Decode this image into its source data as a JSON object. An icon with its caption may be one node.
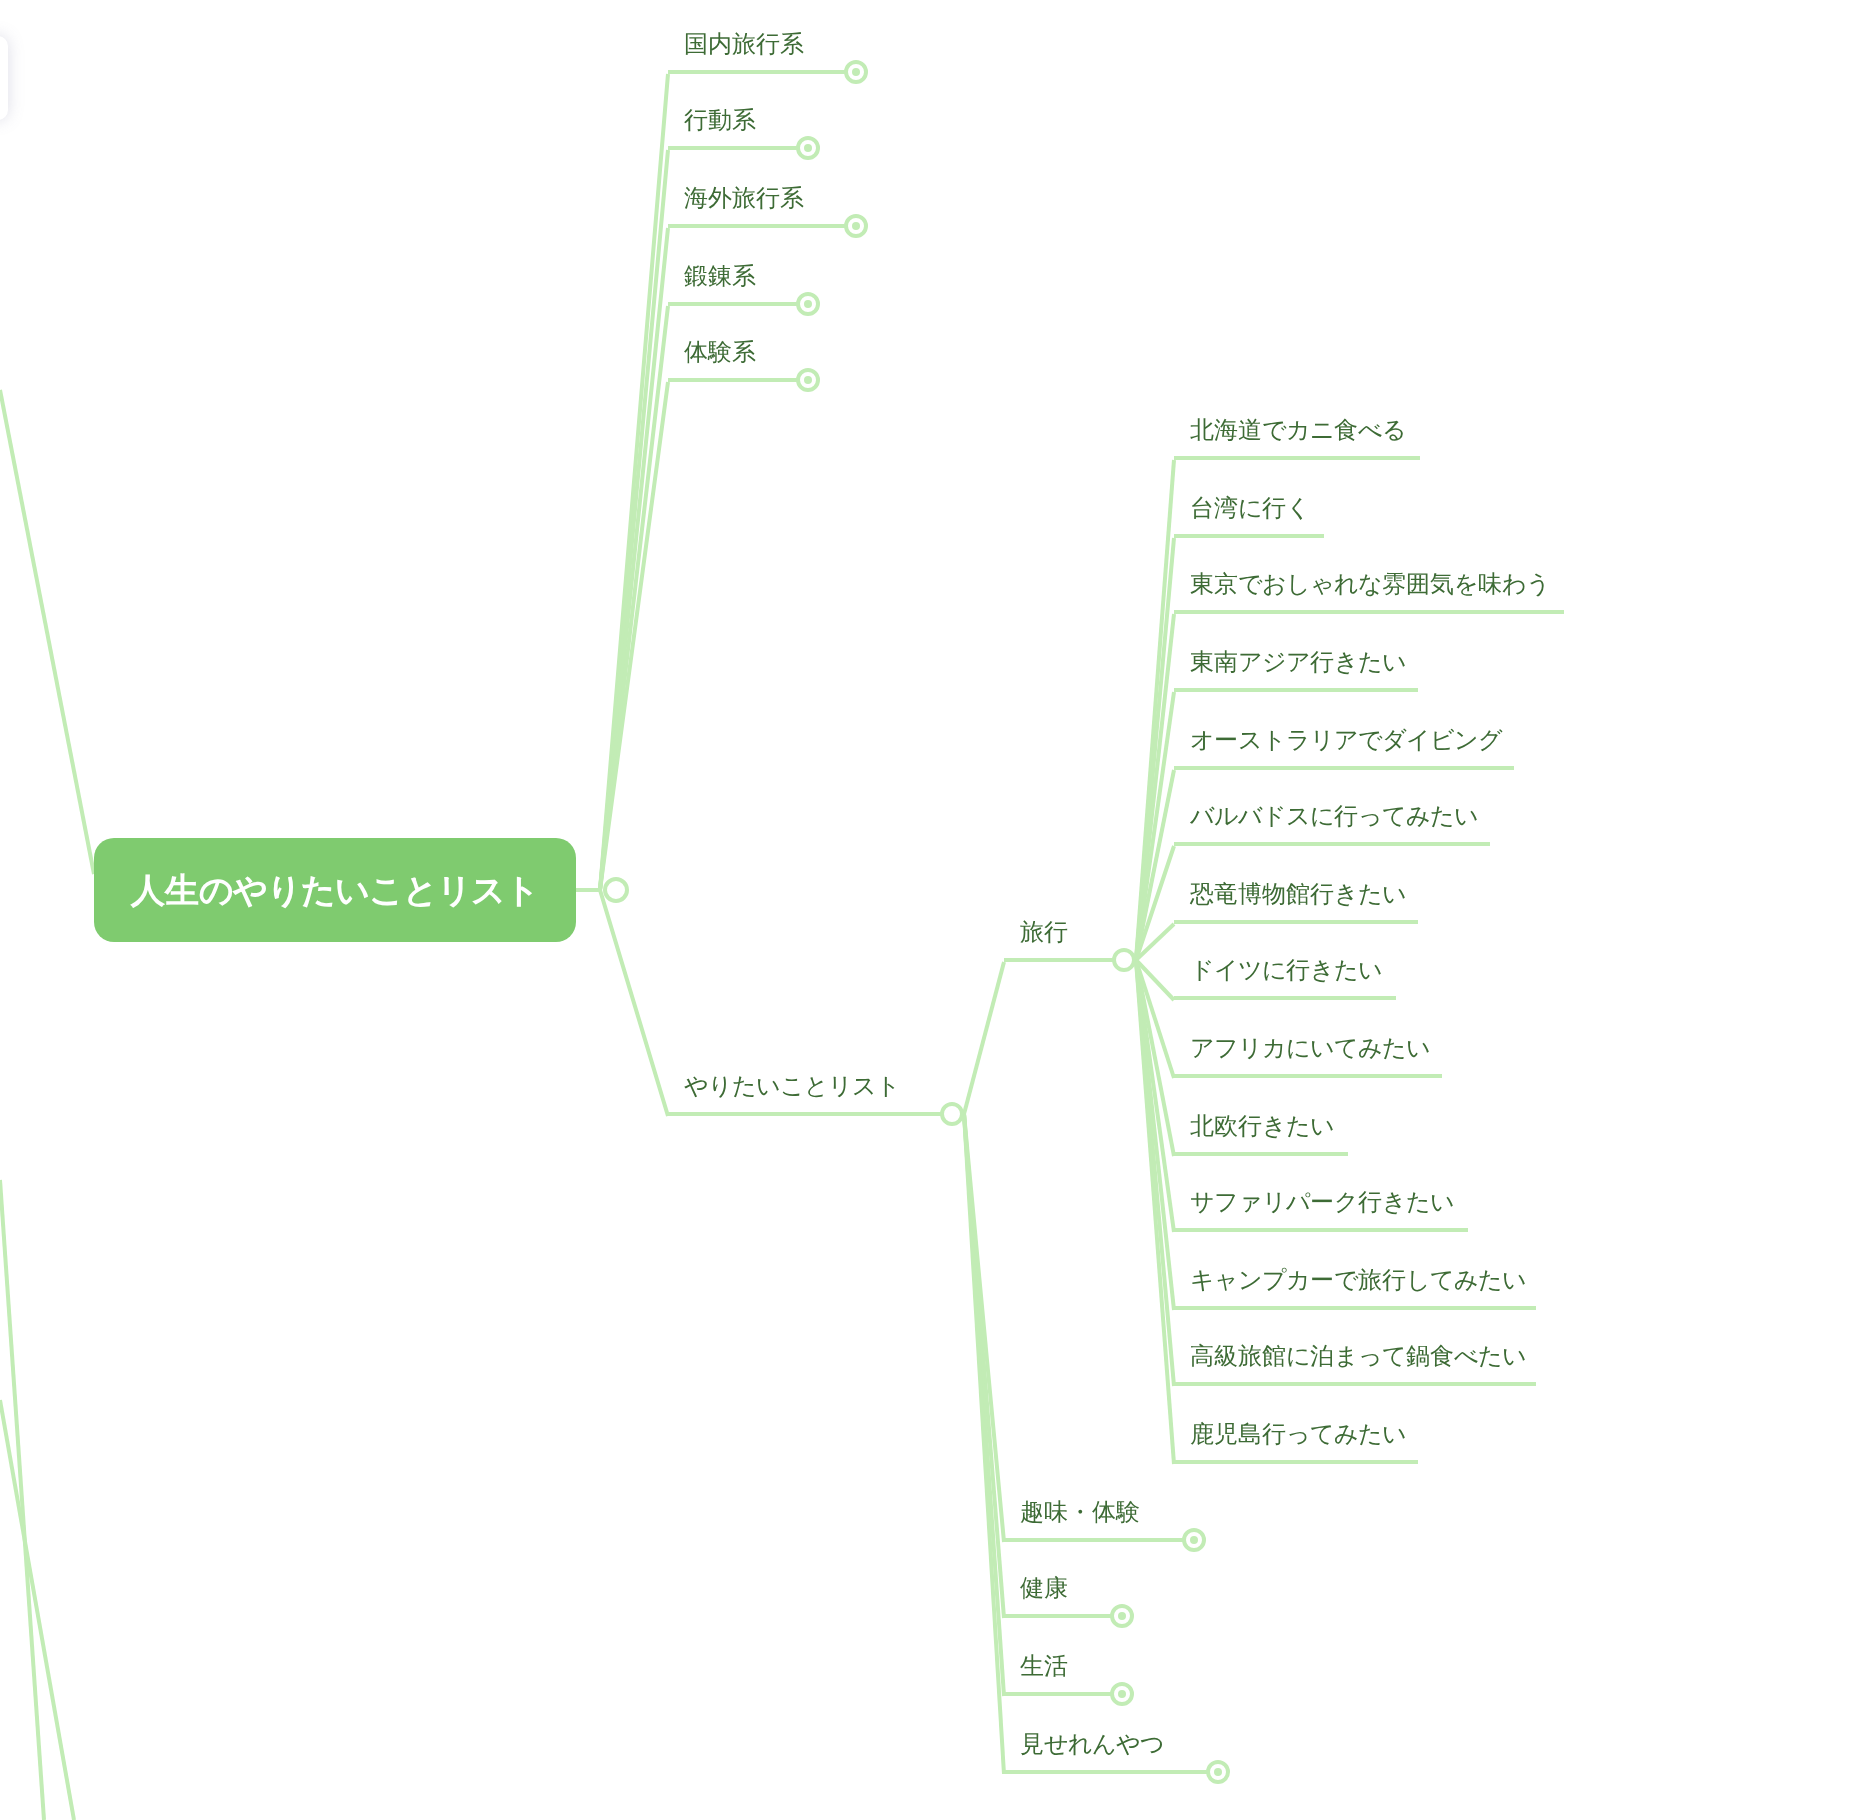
{
  "diagram": {
    "nodes": [
      {
        "text": [
          "人生のやりたいことリスト"
        ]
      },
      {
        "text": [
          "国内旅行系"
        ]
      },
      {
        "text": [
          "行動系"
        ]
      },
      {
        "text": [
          "海外旅行系"
        ]
      },
      {
        "text": [
          "鍛錬系"
        ]
      },
      {
        "text": [
          "体験系"
        ]
      },
      {
        "text": [
          "やりたいことリスト"
        ]
      },
      {
        "text": [
          "旅行"
        ]
      },
      {
        "text": [
          "北海道でカニ食べる"
        ]
      },
      {
        "text": [
          "台湾に行く"
        ]
      },
      {
        "text": [
          "東京でおしゃれな雰囲気を味わう"
        ]
      },
      {
        "text": [
          "東南アジア行きたい"
        ]
      },
      {
        "text": [
          "オーストラリアでダイビング"
        ]
      },
      {
        "text": [
          "バルバドスに行ってみたい"
        ]
      },
      {
        "text": [
          "恐竜博物館行きたい"
        ]
      },
      {
        "text": [
          "ドイツに行きたい"
        ]
      },
      {
        "text": [
          "アフリカにいてみたい"
        ]
      },
      {
        "text": [
          "北欧行きたい"
        ]
      },
      {
        "text": [
          "サファリパーク行きたい"
        ]
      },
      {
        "text": [
          "キャンプカーで旅行してみたい"
        ]
      },
      {
        "text": [
          "高級旅館に泊まって鍋食べたい"
        ]
      },
      {
        "text": [
          "鹿児島行ってみたい"
        ]
      },
      {
        "text": [
          "趣味・体験"
        ]
      },
      {
        "text": [
          "健康"
        ]
      },
      {
        "text": [
          "生活"
        ]
      },
      {
        "text": [
          "見せれんやつ"
        ]
      }
    ],
    "edges": [
      {
        "from": null,
        "to": 0,
        "arrow": "none"
      },
      {
        "from": 0,
        "to": 1,
        "arrow": "none"
      },
      {
        "from": 0,
        "to": 2,
        "arrow": "none"
      },
      {
        "from": 0,
        "to": 3,
        "arrow": "none"
      },
      {
        "from": 0,
        "to": 4,
        "arrow": "none"
      },
      {
        "from": 0,
        "to": 5,
        "arrow": "none"
      },
      {
        "from": 0,
        "to": 6,
        "arrow": "none"
      },
      {
        "from": 6,
        "to": 7,
        "arrow": "none"
      },
      {
        "from": 7,
        "to": 8,
        "arrow": "none"
      },
      {
        "from": 7,
        "to": 9,
        "arrow": "none"
      },
      {
        "from": 7,
        "to": 10,
        "arrow": "none"
      },
      {
        "from": 7,
        "to": 11,
        "arrow": "none"
      },
      {
        "from": 7,
        "to": 12,
        "arrow": "none"
      },
      {
        "from": 7,
        "to": 13,
        "arrow": "none"
      },
      {
        "from": 7,
        "to": 14,
        "arrow": "none"
      },
      {
        "from": 7,
        "to": 15,
        "arrow": "none"
      },
      {
        "from": 7,
        "to": 16,
        "arrow": "none"
      },
      {
        "from": 7,
        "to": 17,
        "arrow": "none"
      },
      {
        "from": 7,
        "to": 18,
        "arrow": "none"
      },
      {
        "from": 7,
        "to": 19,
        "arrow": "none"
      },
      {
        "from": 7,
        "to": 20,
        "arrow": "none"
      },
      {
        "from": 7,
        "to": 21,
        "arrow": "none"
      },
      {
        "from": 6,
        "to": 22,
        "arrow": "none"
      },
      {
        "from": 6,
        "to": 23,
        "arrow": "none"
      },
      {
        "from": 6,
        "to": 24,
        "arrow": "none"
      },
      {
        "from": 6,
        "to": 25,
        "arrow": "none"
      }
    ]
  }
}
